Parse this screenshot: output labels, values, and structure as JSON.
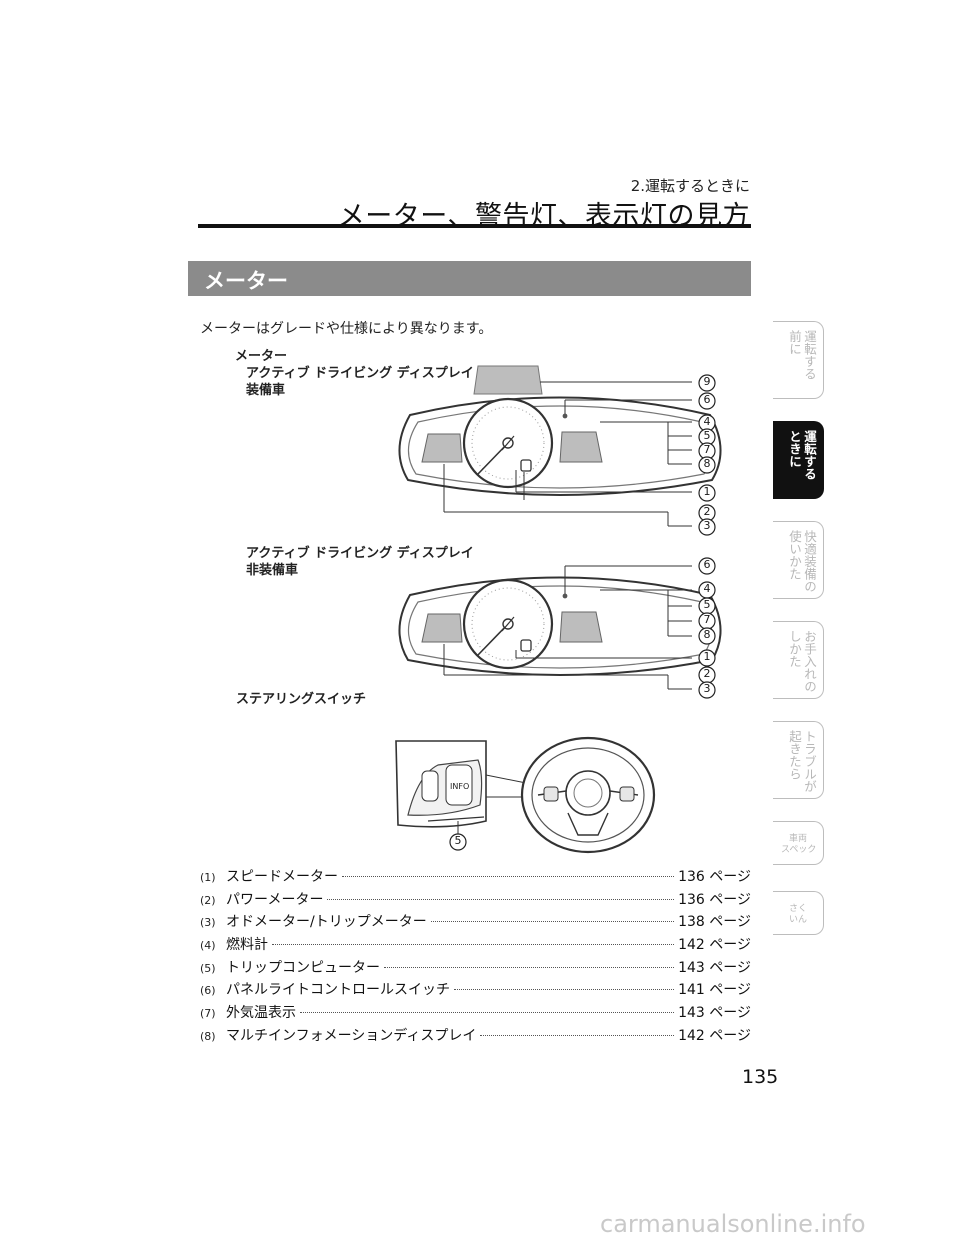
{
  "header": {
    "chapter": "2.運転するときに",
    "page_title": "メーター、警告灯、表示灯の見方"
  },
  "section": {
    "title": "メーター"
  },
  "intro": "メーターはグレードや仕様により異なります。",
  "figure_labels": {
    "meter": "メーター",
    "with_ad_line1": "アクティブ ドライビング ディスプレイ",
    "with_ad_line2": "装備車",
    "without_ad_line1": "アクティブ ドライビング ディスプレイ",
    "without_ad_line2": "非装備車",
    "steering_switch": "ステアリングスイッチ",
    "info_label": "INFO"
  },
  "callouts": {
    "top": [
      "9",
      "6",
      "4",
      "5",
      "7",
      "8",
      "1",
      "2",
      "3"
    ],
    "bottom": [
      "6",
      "4",
      "5",
      "7",
      "8",
      "1",
      "2",
      "3"
    ],
    "steering": "5"
  },
  "items": [
    {
      "num": "(1)",
      "label": "スピードメーター",
      "page": "136 ページ"
    },
    {
      "num": "(2)",
      "label": "パワーメーター",
      "page": "136 ページ"
    },
    {
      "num": "(3)",
      "label": "オドメーター/トリップメーター",
      "page": "138 ページ"
    },
    {
      "num": "(4)",
      "label": "燃料計",
      "page": "142 ページ"
    },
    {
      "num": "(5)",
      "label": "トリップコンピューター",
      "page": "143 ページ"
    },
    {
      "num": "(6)",
      "label": "パネルライトコントロールスイッチ",
      "page": "141 ページ"
    },
    {
      "num": "(7)",
      "label": "外気温表示",
      "page": "143 ページ"
    },
    {
      "num": "(8)",
      "label": "マルチインフォメーションディスプレイ",
      "page": "142 ページ"
    }
  ],
  "side_tabs": [
    {
      "label": "運転する\n前に",
      "active": false
    },
    {
      "label": "運転する\nときに",
      "active": true
    },
    {
      "label": "快適装備の\n使いかた",
      "active": false
    },
    {
      "label": "お手入れの\nしかた",
      "active": false
    },
    {
      "label": "トラブルが\n起きたら",
      "active": false
    },
    {
      "label": "車両\nスペック",
      "active": false
    },
    {
      "label": "さく\nいん",
      "active": false
    }
  ],
  "page_number": "135",
  "watermark": "carmanualsonline.info"
}
